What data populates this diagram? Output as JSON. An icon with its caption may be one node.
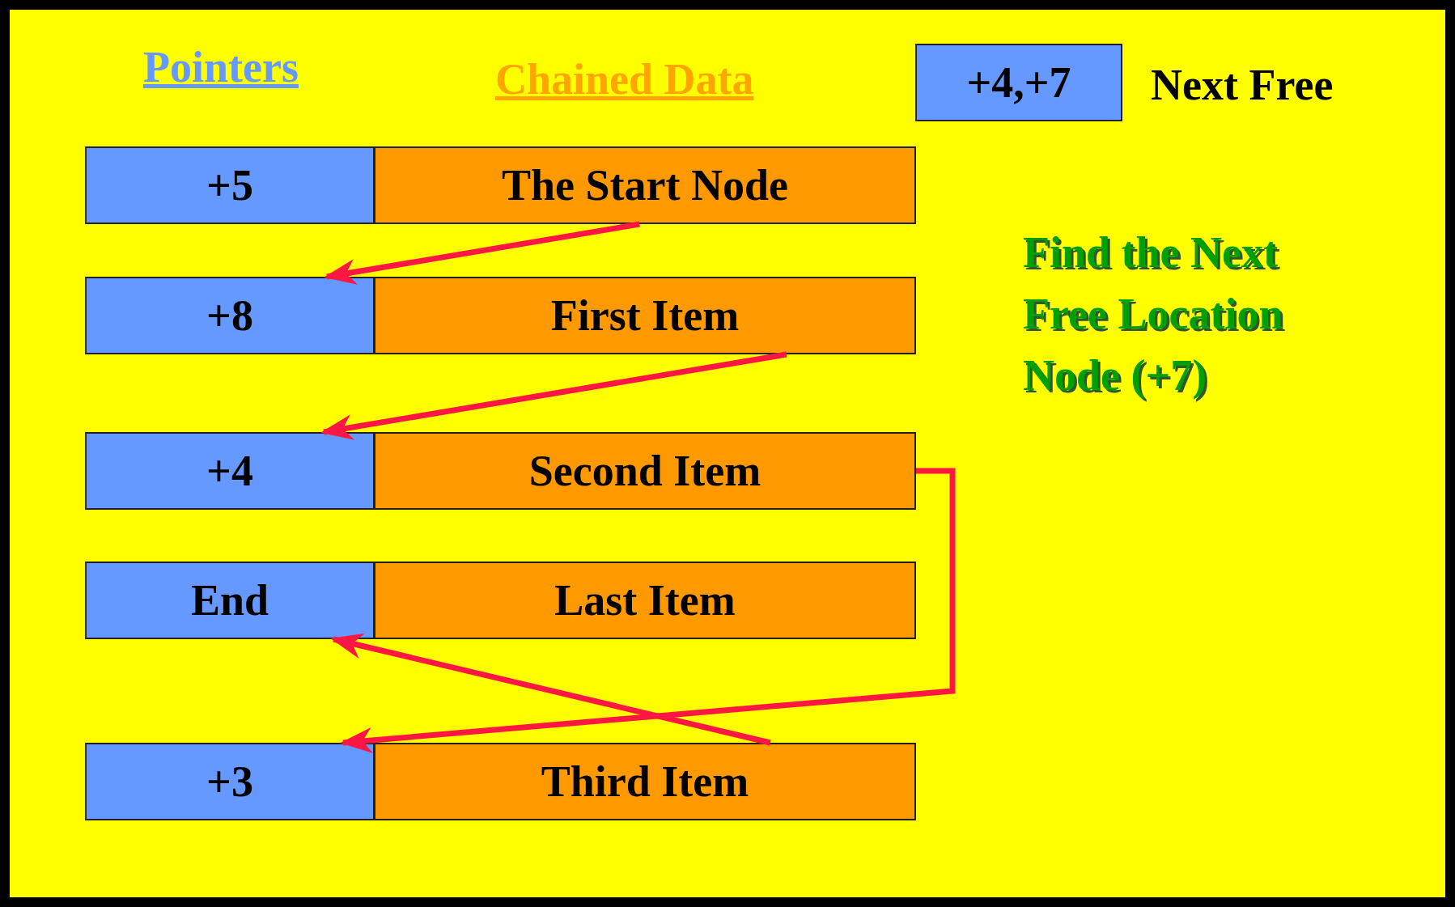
{
  "diagram": {
    "nodes": [
      {
        "text": [
          "+4,+7"
        ],
        "beside": [
          "Next Free"
        ]
      },
      {
        "text": [
          "+5"
        ]
      },
      {
        "text": [
          "The Start Node"
        ]
      },
      {
        "text": [
          "+8"
        ]
      },
      {
        "text": [
          "First Item"
        ]
      },
      {
        "text": [
          "+4"
        ]
      },
      {
        "text": [
          "Second Item"
        ]
      },
      {
        "text": [
          "End"
        ]
      },
      {
        "text": [
          "Last Item"
        ]
      },
      {
        "text": [
          "+3"
        ]
      },
      {
        "text": [
          "Third Item"
        ]
      }
    ],
    "edges": [
      {
        "from": 2,
        "to": 3,
        "arrow": "to"
      },
      {
        "from": 4,
        "to": 5,
        "arrow": "to"
      },
      {
        "from": 6,
        "to": 9,
        "arrow": "to"
      },
      {
        "from": 10,
        "to": 7,
        "arrow": "to"
      }
    ],
    "labels": [
      "Pointers",
      "Chained Data",
      "Find the Next Free Location Node (+7)"
    ]
  }
}
